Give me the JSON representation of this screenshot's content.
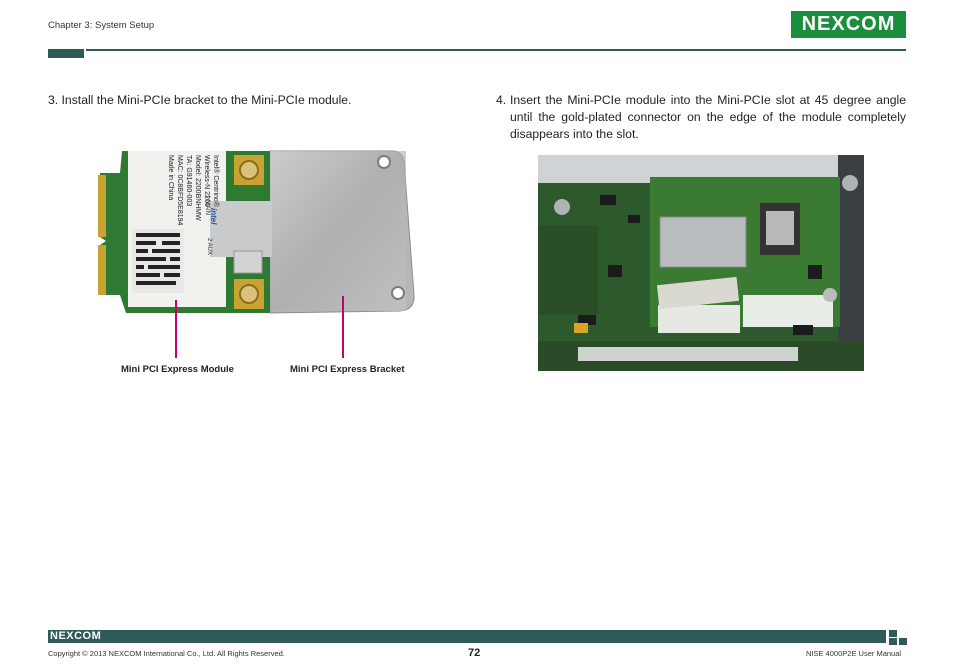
{
  "header": {
    "chapter": "Chapter 3: System Setup",
    "logo_text": "NEXCOM"
  },
  "steps": {
    "step3": "3. Install the Mini-PCIe bracket to the Mini-PCIe module.",
    "step4_num": "4.",
    "step4_text": "Insert the Mini-PCIe module into the Mini-PCIe slot at 45 degree angle until the gold-plated connector on the edge of the module completely disappears into the slot."
  },
  "callouts": {
    "module": "Mini PCI Express Module",
    "bracket": "Mini PCI Express Bracket"
  },
  "card": {
    "lines": [
      "Intel® Centrino®",
      "Wireless-N 2200",
      "Model: 2200BNHMW",
      "TA: G91460-003",
      "MAC: 0C8BFD5E8194",
      "Made in China"
    ],
    "main_label": "1 MAIN",
    "aux_label": "2 AUX",
    "brand": "intel"
  },
  "footer": {
    "logo_text": "NEXCOM",
    "copyright": "Copyright © 2013 NEXCOM International Co., Ltd. All Rights Reserved.",
    "page": "72",
    "manual": "NISE 4000P2E User Manual"
  },
  "colors": {
    "brand_green": "#1b8e3d",
    "rule_teal": "#2e5a57",
    "callout_magenta": "#c4006b"
  }
}
